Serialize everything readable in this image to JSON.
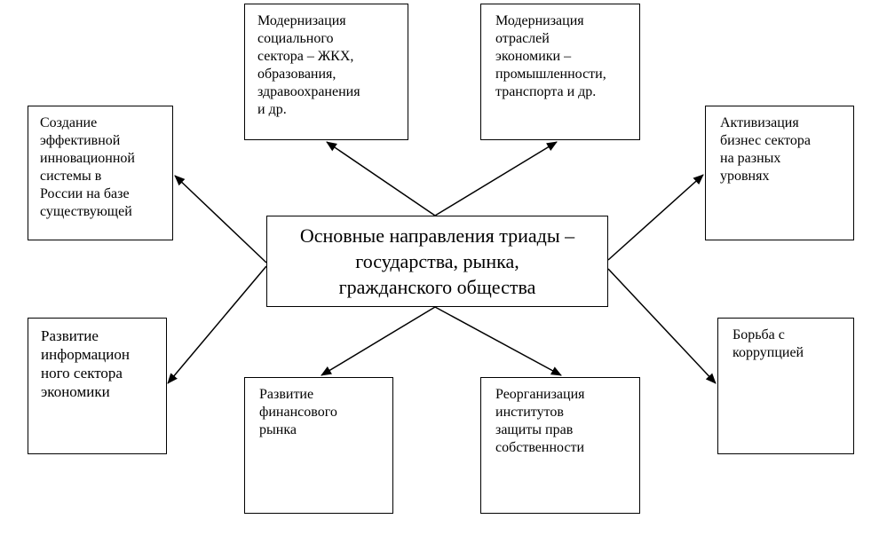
{
  "center": {
    "text": "Основные направления триады –\nгосударства, рынка,\nгражданского общества"
  },
  "boxes": {
    "top_left": "Модернизация\nсоциального\nсектора – ЖКХ,\nобразования,\nздравоохранения\nи др.",
    "top_right": "Модернизация\nотраслей\nэкономики –\nпромышленности,\nтранспорта и др.",
    "left_upper": "Создание\nэффективной\nинновационной\nсистемы в\nРоссии на базе\nсуществующей",
    "right_upper": "Активизация\nбизнес сектора\nна разных\nуровнях",
    "left_lower": "Развитие\nинформацион\nного сектора\nэкономики",
    "right_lower": "Борьба с\nкоррупцией",
    "bottom_left": "Развитие\nфинансового\nрынка",
    "bottom_right": "Реорганизация\nинститутов\nзащиты прав\nсобственности"
  }
}
